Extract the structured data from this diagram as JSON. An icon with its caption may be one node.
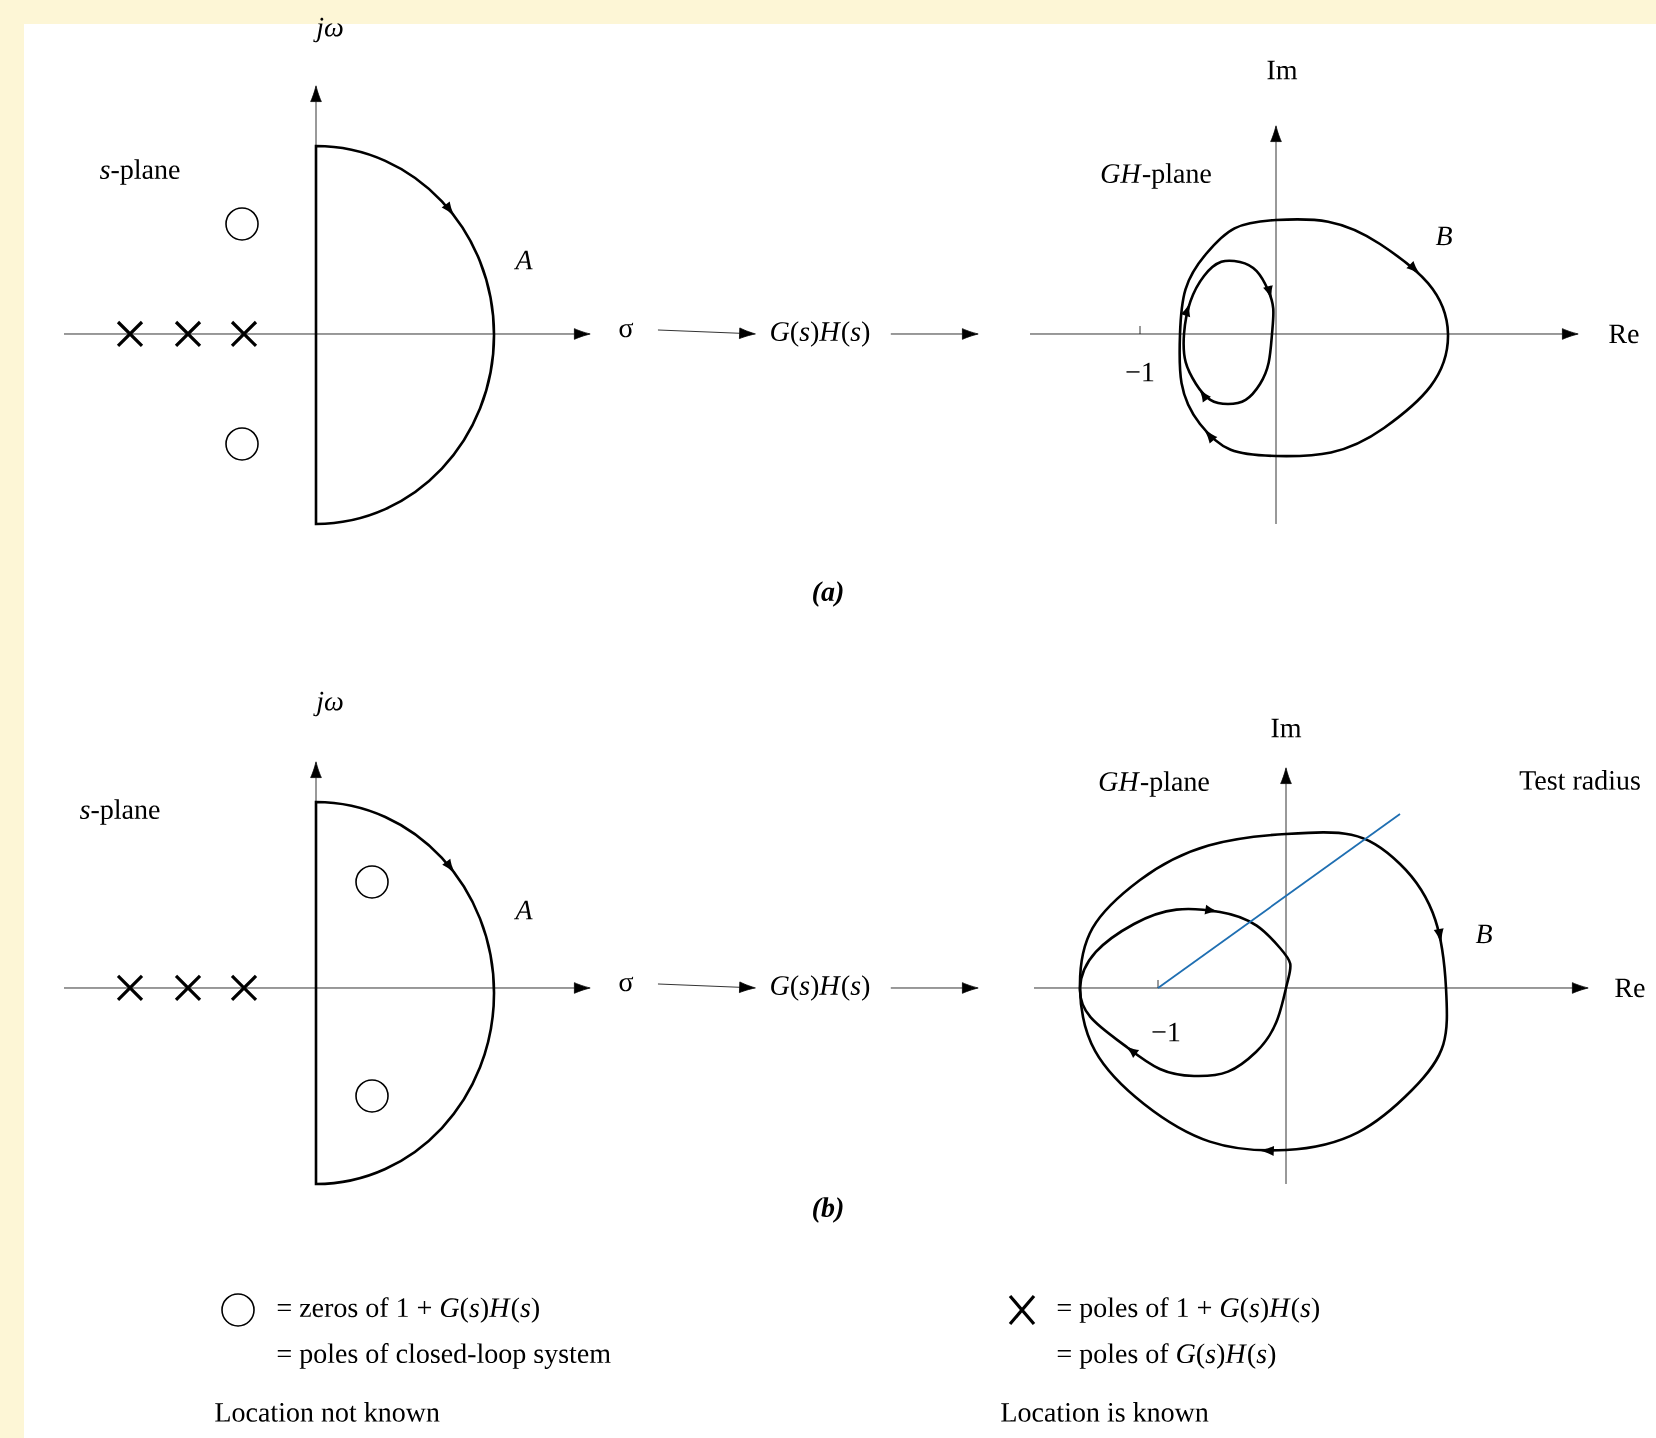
{
  "diagram": {
    "nodes": [
      {
        "text": [
          "σ"
        ]
      },
      {
        "text": [
          "*G*(*s*)*H*(*s*)"
        ]
      },
      {
        "text": [
          "σ"
        ]
      },
      {
        "text": [
          "*G*(*s*)*H*(*s*)"
        ]
      }
    ],
    "edges": [
      {
        "from": 0,
        "to": 1,
        "arrow": "to"
      },
      {
        "from": 1,
        "to": null,
        "arrow": "to"
      },
      {
        "from": 2,
        "to": 3,
        "arrow": "to"
      },
      {
        "from": 3,
        "to": null,
        "arrow": "to"
      }
    ],
    "labels": [
      "jω",
      "*s*-plane",
      "A",
      "Im",
      "*GH*-plane",
      "B",
      "Re",
      "−1",
      "(a)",
      "jω",
      "*s*-plane",
      "A",
      "Im",
      "*GH*-plane",
      "Test radius",
      "B",
      "Re",
      "−1",
      "(b)",
      "= poles of closed-loop system",
      "Location not known",
      "= poles of *G*(*s*)*H*(*s*)",
      "Location is known"
    ],
    "legend": [
      {
        "text": "= zeros of 1 + *G*(*s*)*H*(*s*)"
      },
      {
        "text": "= poles of 1 + *G*(*s*)*H*(*s*)"
      }
    ]
  }
}
